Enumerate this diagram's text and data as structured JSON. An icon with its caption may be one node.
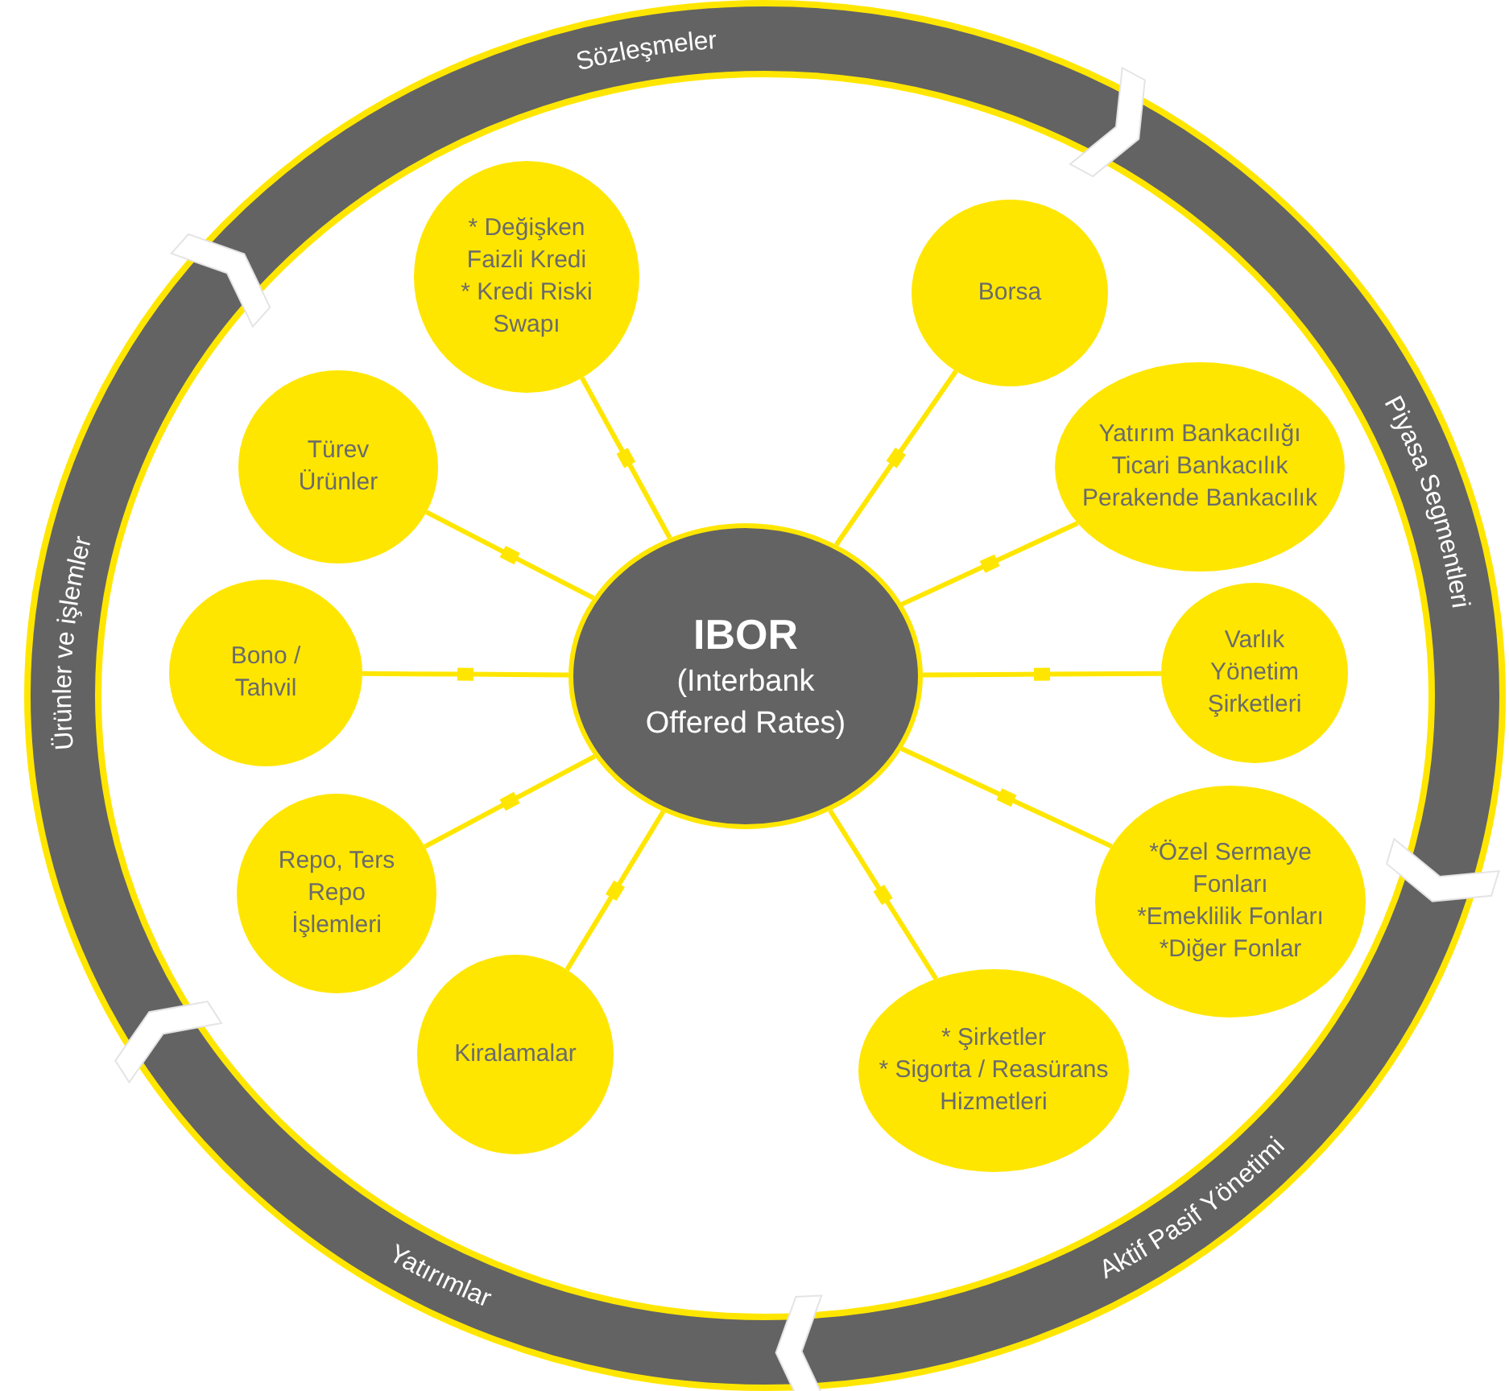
{
  "diagram": {
    "nodes": [
      {
        "text": [
          "IBOR",
          "(Interbank Offered Rates)"
        ]
      },
      {
        "text": [
          "* Değişken Faizli Kredi",
          "* Kredi Riski Swapı"
        ]
      },
      {
        "text": [
          "Borsa"
        ]
      },
      {
        "text": [
          "Yatırım Bankacılığı",
          "Ticari Bankacılık",
          "Perakende Bankacılık"
        ]
      },
      {
        "text": [
          "Varlık Yönetim Şirketleri"
        ]
      },
      {
        "text": [
          "*Özel Sermaye Fonları",
          "*Emeklilik Fonları",
          "*Diğer Fonlar"
        ]
      },
      {
        "text": [
          "* Şirketler",
          "* Sigorta / Reasürans Hizmetleri"
        ]
      },
      {
        "text": [
          "Kiralamalar"
        ]
      },
      {
        "text": [
          "Repo, Ters Repo İşlemleri"
        ]
      },
      {
        "text": [
          "Bono / Tahvil"
        ]
      },
      {
        "text": [
          "Türev Ürünler"
        ]
      }
    ],
    "edges": [
      {
        "from": 0,
        "to": 1,
        "arrow": "none"
      },
      {
        "from": 0,
        "to": 2,
        "arrow": "none"
      },
      {
        "from": 0,
        "to": 3,
        "arrow": "none"
      },
      {
        "from": 0,
        "to": 4,
        "arrow": "none"
      },
      {
        "from": 0,
        "to": 5,
        "arrow": "none"
      },
      {
        "from": 0,
        "to": 6,
        "arrow": "none"
      },
      {
        "from": 0,
        "to": 7,
        "arrow": "none"
      },
      {
        "from": 0,
        "to": 8,
        "arrow": "none"
      },
      {
        "from": 0,
        "to": 9,
        "arrow": "none"
      },
      {
        "from": 0,
        "to": 10,
        "arrow": "none"
      }
    ],
    "labels": [
      "Sözleşmeler",
      "Piyasa Segmentleri",
      "Ürünler ve işlemler",
      "Aktif Pasif Yönetimi",
      "Yatırımlar"
    ]
  }
}
